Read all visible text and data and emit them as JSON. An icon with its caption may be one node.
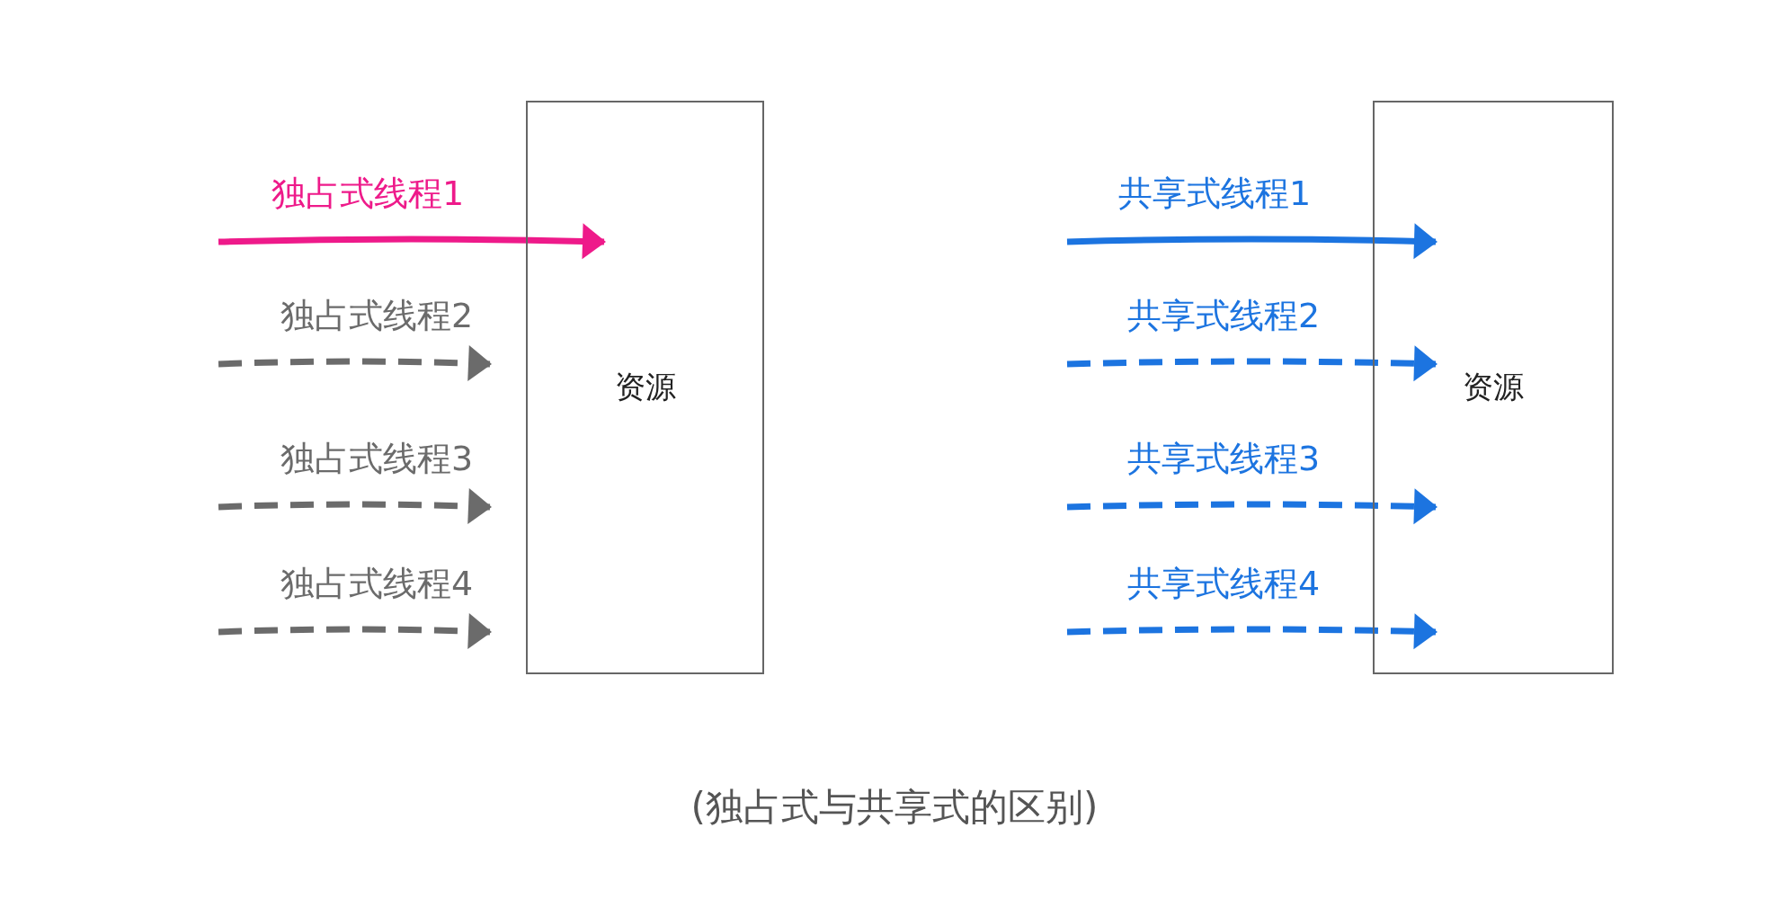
{
  "diagram": {
    "caption": "(独占式与共享式的区别)",
    "nodes": [
      {
        "text": [
          "资源"
        ]
      },
      {
        "text": [
          "资源"
        ]
      }
    ],
    "edges": [
      {
        "from": null,
        "to": 0,
        "arrow": "to",
        "label": "独占式线程1",
        "color": "#ee1a8a"
      },
      {
        "from": null,
        "to": 0,
        "arrow": "to",
        "label": "独占式线程2",
        "style": "dashed",
        "color": "#6b6b6b"
      },
      {
        "from": null,
        "to": 0,
        "arrow": "to",
        "label": "独占式线程3",
        "style": "dashed",
        "color": "#6b6b6b"
      },
      {
        "from": null,
        "to": 0,
        "arrow": "to",
        "label": "独占式线程4",
        "style": "dashed",
        "color": "#6b6b6b"
      },
      {
        "from": null,
        "to": 1,
        "arrow": "to",
        "label": "共享式线程1",
        "color": "#1c74e0"
      },
      {
        "from": null,
        "to": 1,
        "arrow": "to",
        "label": "共享式线程2",
        "style": "dashed",
        "color": "#1c74e0"
      },
      {
        "from": null,
        "to": 1,
        "arrow": "to",
        "label": "共享式线程3",
        "style": "dashed",
        "color": "#1c74e0"
      },
      {
        "from": null,
        "to": 1,
        "arrow": "to",
        "label": "共享式线程4",
        "style": "dashed",
        "color": "#1c74e0"
      }
    ]
  }
}
